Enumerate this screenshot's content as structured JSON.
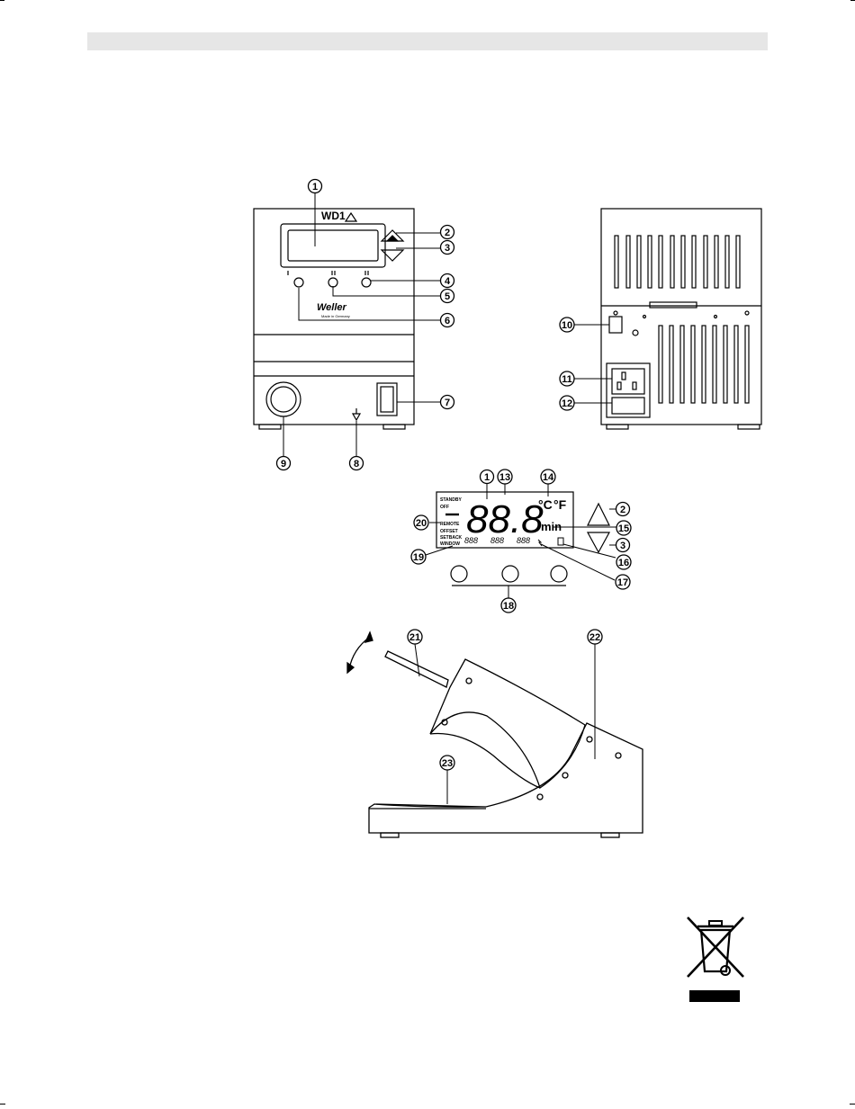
{
  "front_panel": {
    "model": "WD1",
    "brand": "Weller",
    "made_in": "Made in Germany"
  },
  "lcd": {
    "digits": "88.8",
    "unit_celsius": "°C",
    "unit_fahrenheit": "°F",
    "unit_minutes": "min",
    "status_labels": [
      "STANDBY",
      "OFF",
      "REMOTE",
      "OFFSET",
      "SETBACK",
      "WINDOW"
    ],
    "small_digits": [
      "888",
      "888",
      "888"
    ]
  },
  "callouts": {
    "c1": "1",
    "c2": "2",
    "c3": "3",
    "c4": "4",
    "c5": "5",
    "c6": "6",
    "c7": "7",
    "c8": "8",
    "c9": "9",
    "c10": "10",
    "c11": "11",
    "c12": "12",
    "c1b": "1",
    "c13": "13",
    "c14": "14",
    "c2b": "2",
    "c15": "15",
    "c20": "20",
    "c3b": "3",
    "c16": "16",
    "c19": "19",
    "c17": "17",
    "c18": "18",
    "c21": "21",
    "c22": "22",
    "c23": "23"
  },
  "weee_icon": "crossed-out-wheelie-bin-icon"
}
